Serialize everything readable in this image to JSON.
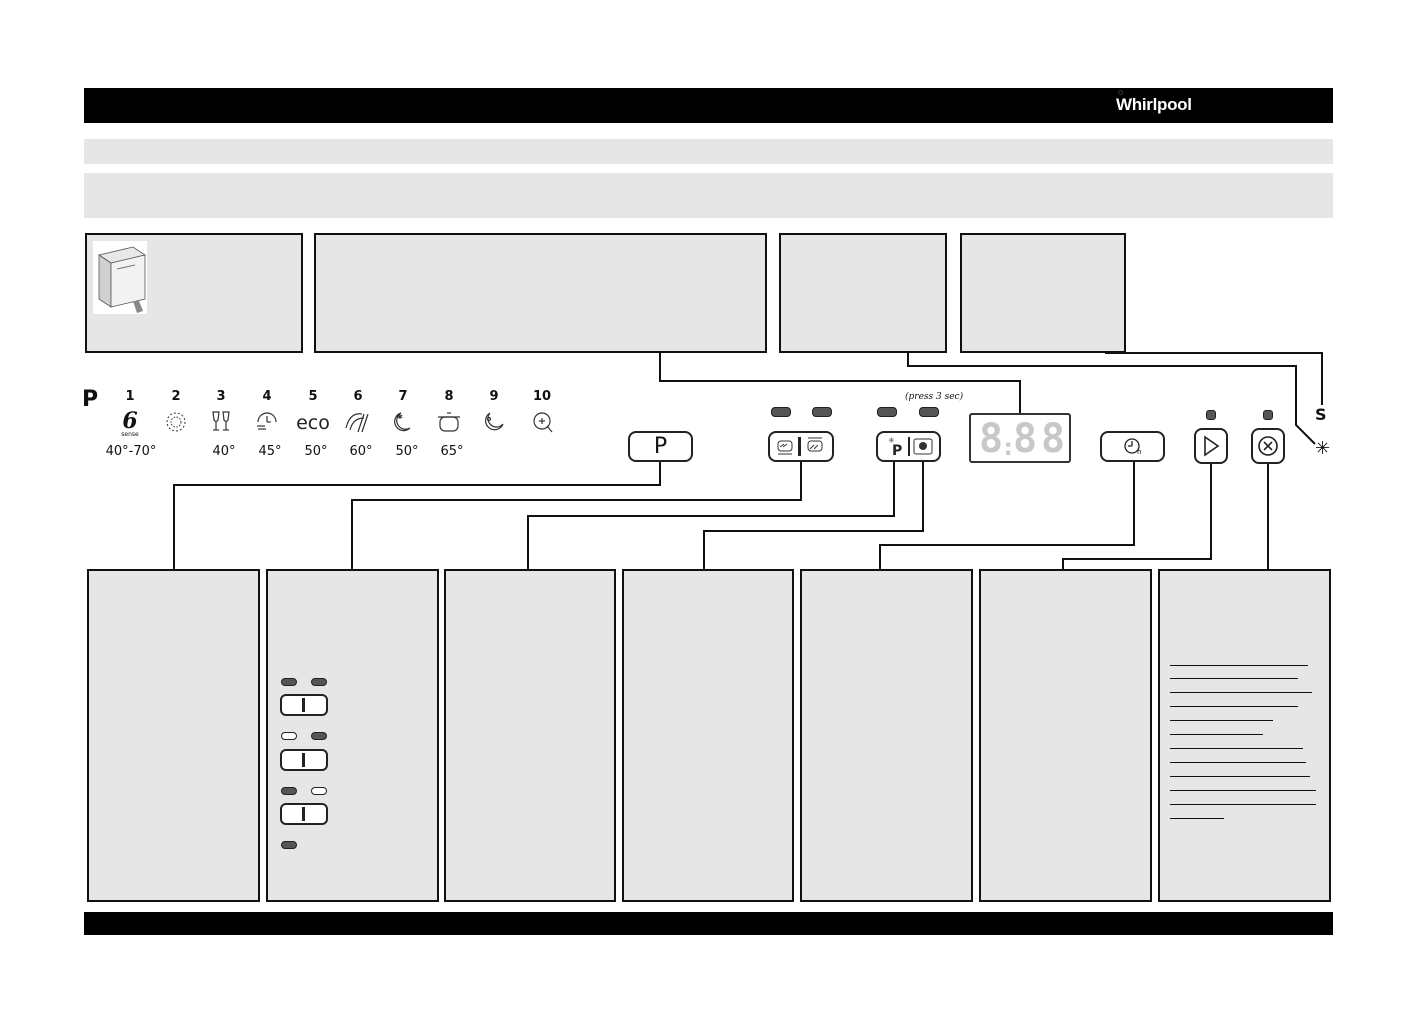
{
  "brand": {
    "logo_text": "Whirlpool"
  },
  "programmes": {
    "symbol": "P",
    "items": [
      {
        "num": "1",
        "icon": "6th-sense-icon",
        "glyph": "6",
        "sub": "sense",
        "temp": "40°-70°"
      },
      {
        "num": "2",
        "icon": "prewash-icon",
        "glyph": "◌",
        "temp": ""
      },
      {
        "num": "3",
        "icon": "glasses-icon",
        "glyph": "🍷",
        "temp": "40°"
      },
      {
        "num": "4",
        "icon": "quick-wash-icon",
        "glyph": "◔",
        "temp": "45°"
      },
      {
        "num": "5",
        "icon": "eco-icon",
        "glyph": "eco",
        "temp": "50°"
      },
      {
        "num": "6",
        "icon": "intensive-icon",
        "glyph": "⩘",
        "temp": "60°"
      },
      {
        "num": "7",
        "icon": "night-icon",
        "glyph": "☾",
        "temp": "50°"
      },
      {
        "num": "8",
        "icon": "pot-icon",
        "glyph": "◯",
        "temp": "65°"
      },
      {
        "num": "9",
        "icon": "night-alt-icon",
        "glyph": "☽",
        "temp": ""
      },
      {
        "num": "10",
        "icon": "hygiene-icon",
        "glyph": "✚",
        "temp": ""
      }
    ]
  },
  "controls": {
    "program_button": "P",
    "press_note": "(press 3 sec)",
    "display_value": "8:88",
    "display_chars": [
      "8",
      ":",
      "8",
      "8"
    ],
    "salt_indicator": "S",
    "rinse_aid_indicator": "✳",
    "delay_icon": "delay-start-icon",
    "start_icon": "start-icon",
    "cancel_icon": "cancel-icon"
  }
}
